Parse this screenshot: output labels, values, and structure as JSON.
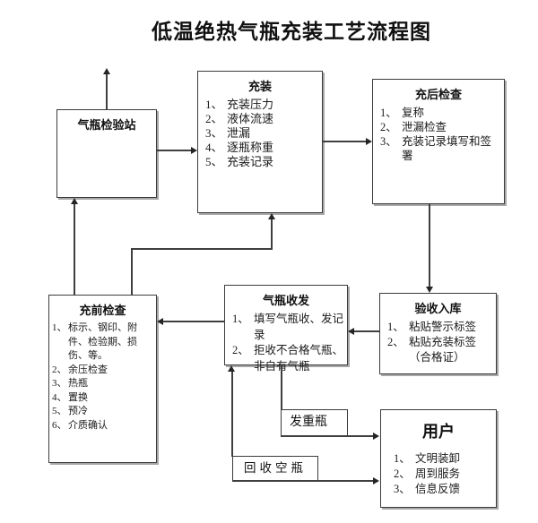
{
  "title": "低温绝热气瓶充装工艺流程图",
  "colors": {
    "line": "#3f3f3f",
    "border": "#3b3b3b",
    "shadow": "#a8a8a8",
    "background": "#ffffff",
    "text": "#1a1a1a"
  },
  "boxes": {
    "inspection_station": {
      "title": "气瓶检验站",
      "items": []
    },
    "filling": {
      "title": "充装",
      "items": [
        {
          "n": "1、",
          "t": "充装压力"
        },
        {
          "n": "2、",
          "t": "液体流速"
        },
        {
          "n": "3、",
          "t": "泄漏"
        },
        {
          "n": "4、",
          "t": "逐瓶称重"
        },
        {
          "n": "5、",
          "t": "充装记录"
        }
      ]
    },
    "post_check": {
      "title": "充后检查",
      "items": [
        {
          "n": "1、",
          "t": "复称"
        },
        {
          "n": "2、",
          "t": "泄漏检查"
        },
        {
          "n": "3、",
          "t": "充装记录填写和签署"
        }
      ]
    },
    "pre_check": {
      "title": "充前检查",
      "items": [
        {
          "n": "1、",
          "t": "标示、钢印、附件、检验期、损伤、等。"
        },
        {
          "n": "2、",
          "t": "余压检查"
        },
        {
          "n": "3、",
          "t": "热瓶"
        },
        {
          "n": "4、",
          "t": "置换"
        },
        {
          "n": "5、",
          "t": "预冷"
        },
        {
          "n": "6、",
          "t": "介质确认"
        }
      ]
    },
    "receipt_dispatch": {
      "title": "气瓶收发",
      "items": [
        {
          "n": "1、",
          "t": "填写气瓶收、发记录"
        },
        {
          "n": "2、",
          "t": "拒收不合格气瓶、非自有气瓶"
        }
      ]
    },
    "acceptance": {
      "title": "验收入库",
      "items": [
        {
          "n": "1、",
          "t": "粘贴警示标签"
        },
        {
          "n": "2、",
          "t": "粘贴充装标签（合格证）"
        }
      ]
    },
    "user": {
      "title": "用户",
      "items": [
        {
          "n": "1、",
          "t": "文明装卸"
        },
        {
          "n": "2、",
          "t": "周到服务"
        },
        {
          "n": "3、",
          "t": "信息反馈"
        }
      ]
    }
  },
  "labels": {
    "dispatch_full": "发重瓶",
    "recycle_empty": "回收空瓶"
  }
}
